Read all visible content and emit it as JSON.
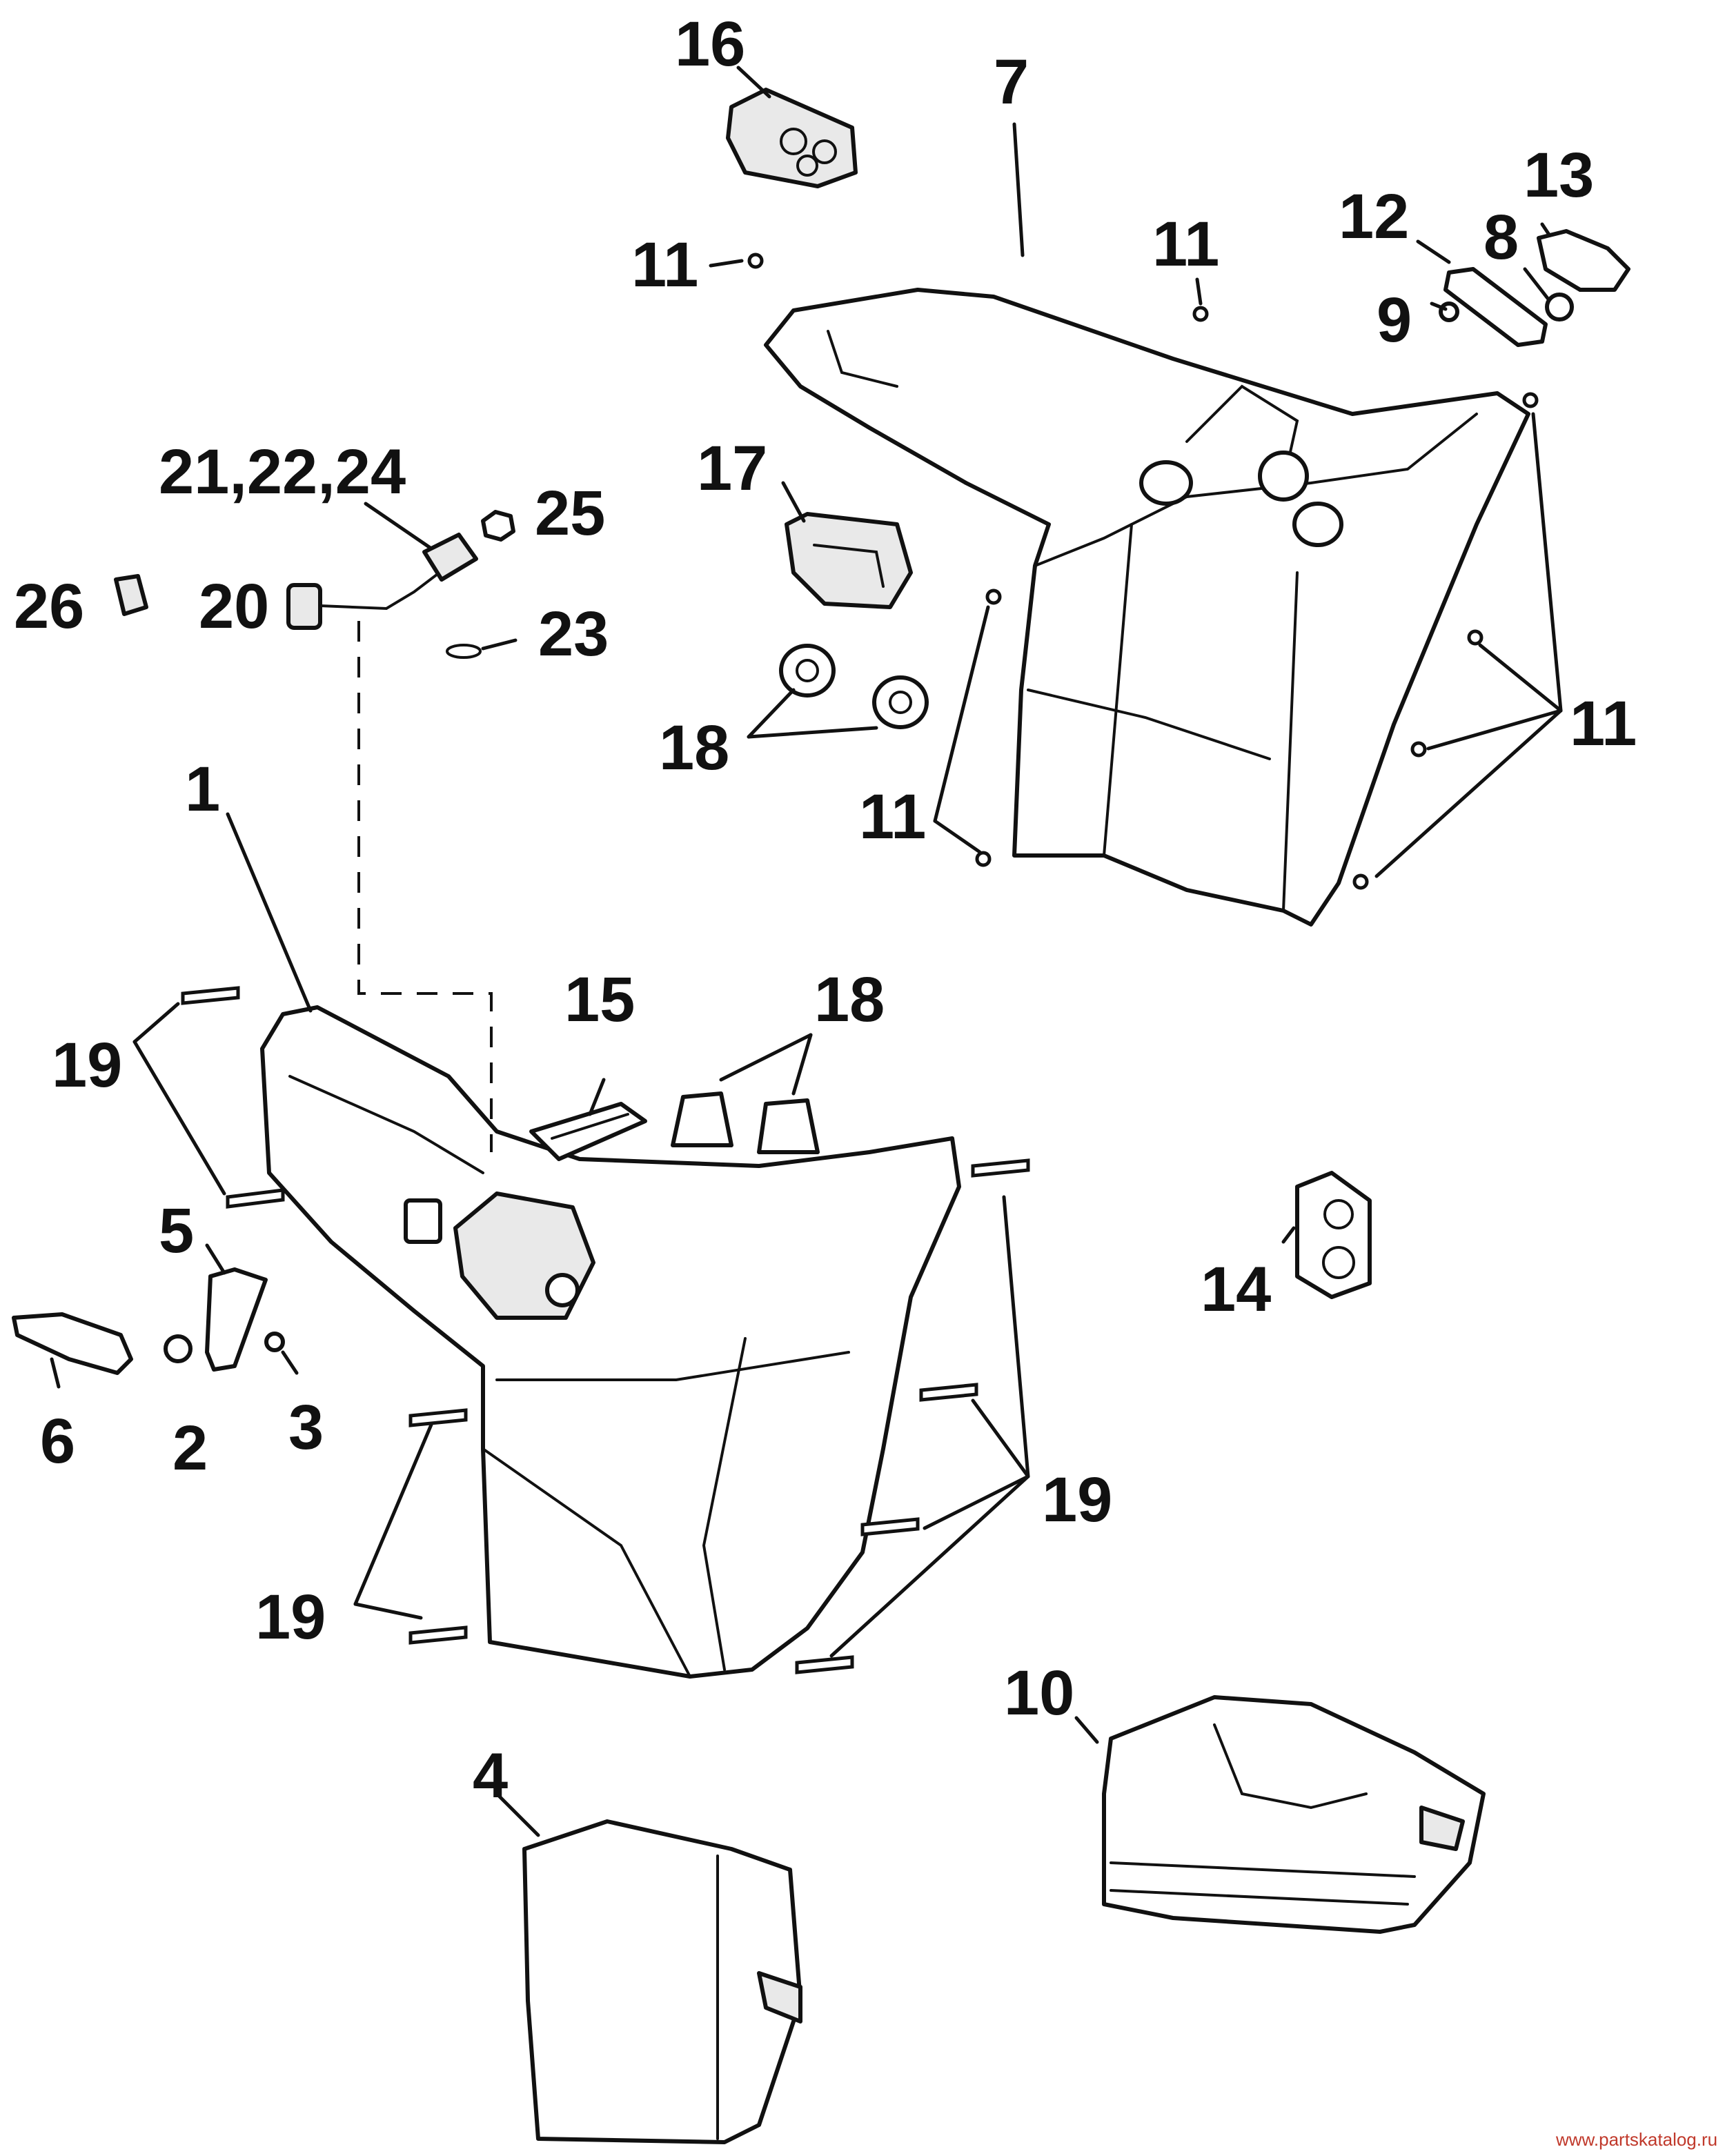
{
  "callouts": {
    "c1": "1",
    "c2": "2",
    "c3": "3",
    "c4": "4",
    "c5": "5",
    "c6": "6",
    "c7": "7",
    "c8": "8",
    "c9": "9",
    "c10": "10",
    "c11a": "11",
    "c11b": "11",
    "c11c": "11",
    "c11d": "11",
    "c12": "12",
    "c13": "13",
    "c14": "14",
    "c15": "15",
    "c16": "16",
    "c17": "17",
    "c18a": "18",
    "c18b": "18",
    "c19a": "19",
    "c19b": "19",
    "c19c": "19",
    "c20": "20",
    "c212224": "21,22,24",
    "c23": "23",
    "c25": "25",
    "c26": "26"
  },
  "watermark": "www.partskatalog.ru",
  "colors": {
    "line": "#111111",
    "fill": "#ffffff",
    "shade": "#e9e9e9",
    "watermark": "#c0392b"
  }
}
